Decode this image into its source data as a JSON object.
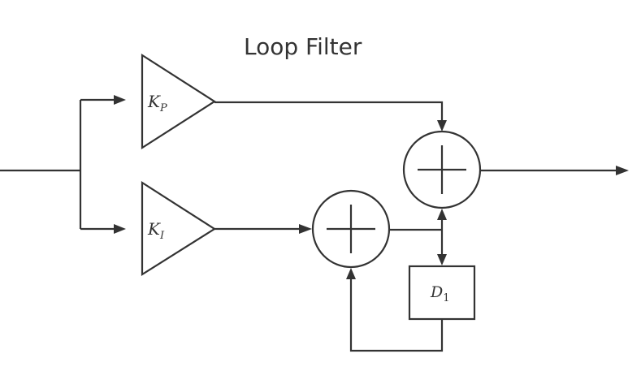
{
  "title": "Loop Filter",
  "gain_p": {
    "symbol": "K",
    "subscript": "P"
  },
  "gain_i": {
    "symbol": "K",
    "subscript": "I"
  },
  "delay": {
    "symbol": "D",
    "subscript": "1"
  },
  "colors": {
    "stroke": "#333333",
    "background": "#ffffff"
  }
}
